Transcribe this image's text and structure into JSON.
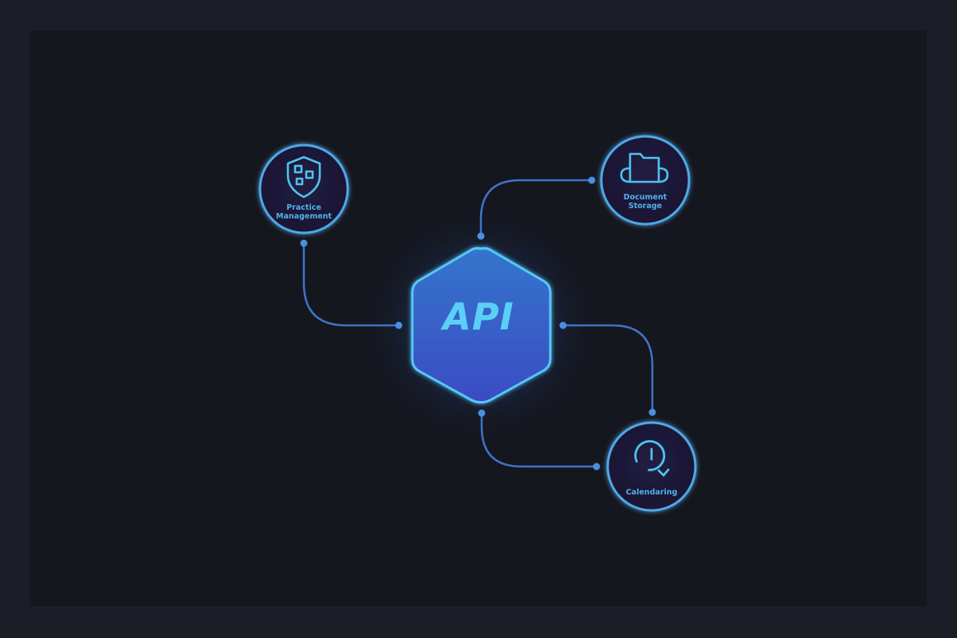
{
  "diagram": {
    "hub": {
      "label": "API",
      "shape": "hexagon",
      "fill_top": "#3571c9",
      "fill_bottom": "#3a4fc2",
      "stroke": "#55c8f5"
    },
    "nodes": [
      {
        "id": "practice-management",
        "label_line1": "Practice",
        "label_line2": "Management",
        "icon": "shield-icon"
      },
      {
        "id": "document-storage",
        "label_line1": "Document",
        "label_line2": "Storage",
        "icon": "folder-cloud-icon"
      },
      {
        "id": "calendaring",
        "label_line1": "Calendaring",
        "label_line2": "",
        "icon": "clock-refresh-icon"
      }
    ],
    "connectors": [
      {
        "from": "practice-management",
        "to": "API"
      },
      {
        "from": "API",
        "to": "document-storage"
      },
      {
        "from": "API",
        "to": "calendaring"
      },
      {
        "from": "API",
        "to": "calendaring"
      }
    ],
    "colors": {
      "background": "#15171f",
      "frame": "#1b1e26",
      "line": "#3f73c9",
      "node_fill": "#1c1838",
      "node_stroke": "#4fa8e8",
      "accent": "#55c8f5"
    }
  }
}
